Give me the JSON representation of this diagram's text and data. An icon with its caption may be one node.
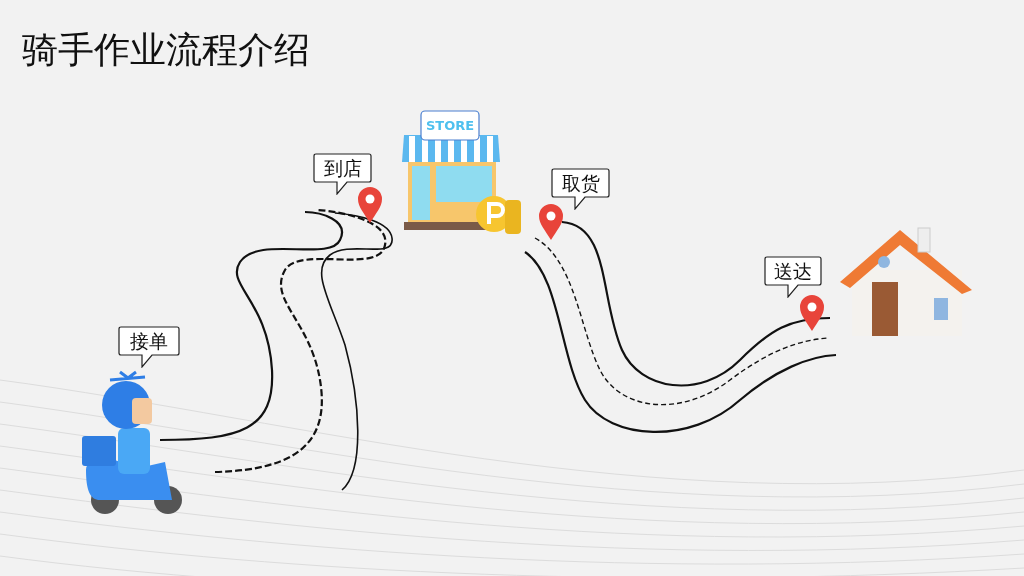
{
  "diagram": {
    "title": "骑手作业流程介绍",
    "nodes": [
      {
        "text": [
          "接单"
        ]
      },
      {
        "text": [
          "到店"
        ]
      },
      {
        "text": [
          "取货"
        ]
      },
      {
        "text": [
          "送达"
        ]
      }
    ],
    "labels": [
      "STORE"
    ]
  }
}
